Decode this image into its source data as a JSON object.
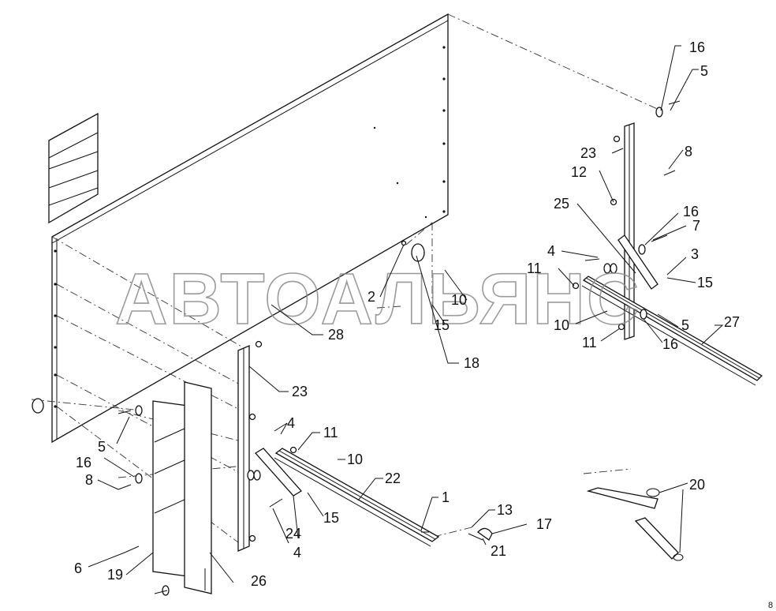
{
  "watermark": "АВТОАЛЬЯНС",
  "callouts": [
    "16",
    "5",
    "23",
    "8",
    "12",
    "25",
    "16",
    "7",
    "4",
    "3",
    "11",
    "15",
    "10",
    "5",
    "27",
    "11",
    "16",
    "2",
    "10",
    "15",
    "28",
    "18",
    "23",
    "4",
    "11",
    "5",
    "10",
    "16",
    "22",
    "1",
    "8",
    "15",
    "13",
    "17",
    "24",
    "4",
    "21",
    "20",
    "6",
    "19",
    "26"
  ],
  "corner_mark": "8"
}
